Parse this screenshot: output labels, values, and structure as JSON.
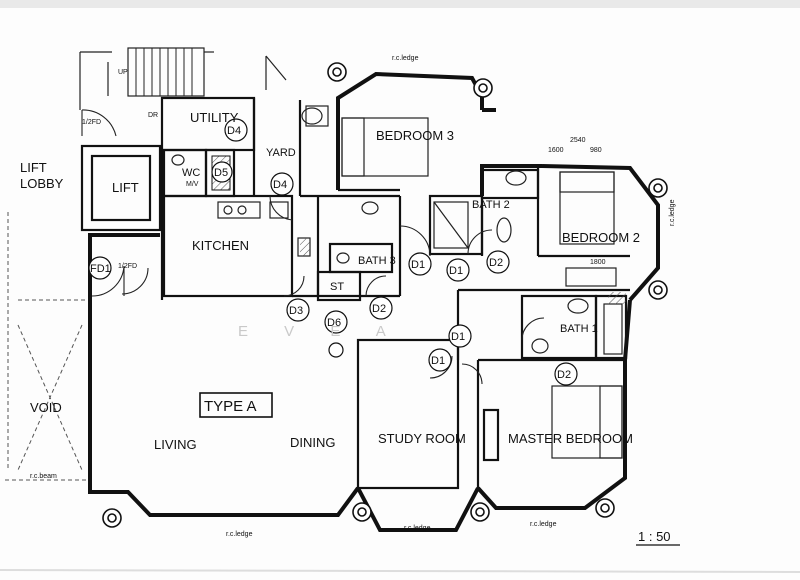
{
  "plan": {
    "title": "TYPE A",
    "scale": "1 : 50",
    "watermark": "E V   E   A",
    "rooms": {
      "lift_lobby_1": "LIFT",
      "lift_lobby_2": "LOBBY",
      "lift": "LIFT",
      "utility": "UTILITY",
      "yard": "YARD",
      "wc": "WC",
      "wc_sub": "M/V",
      "kitchen": "KITCHEN",
      "bedroom3": "BEDROOM 3",
      "bath2": "BATH 2",
      "bedroom2": "BEDROOM 2",
      "bath3": "BATH 3",
      "store": "ST",
      "bath1": "BATH 1",
      "living": "LIVING",
      "dining": "DINING",
      "study": "STUDY ROOM",
      "master": "MASTER BEDROOM",
      "void": "VOID",
      "dr": "DR"
    },
    "doors": {
      "d4a": "D4",
      "d4b": "D4",
      "d5": "D5",
      "fd1": "FD1",
      "fd_half_a": "1/2FD",
      "fd_half_b": "1/2FD",
      "d1a": "D1",
      "d1b": "D1",
      "d1c": "D1",
      "d1d": "D1",
      "d2a": "D2",
      "d2b": "D2",
      "d2c": "D2",
      "d3": "D3",
      "d6": "D6"
    },
    "notes": {
      "rc_ledge_top": "r.c.ledge",
      "rc_ledge_bottom_1": "r.c.ledge",
      "rc_ledge_bottom_2": "r.c.ledge",
      "rc_ledge_bottom_3": "r.c.ledge",
      "rc_ledge_right": "r.c.ledge",
      "rc_beam": "r.c.beam",
      "up": "UP",
      "dim_a": "2540",
      "dim_b": "1800",
      "dim_c": "1600",
      "dim_d": "980"
    }
  }
}
